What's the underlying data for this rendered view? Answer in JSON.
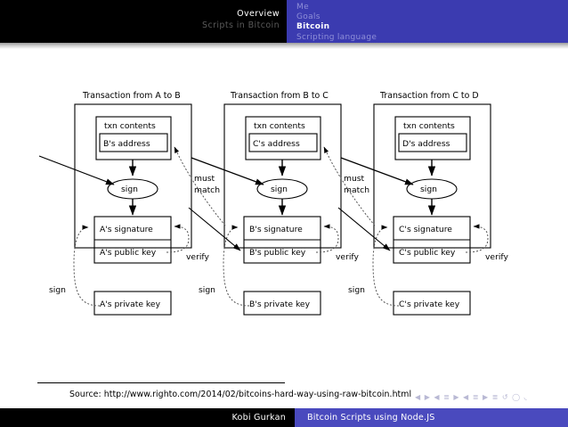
{
  "topnav": {
    "left_items": [
      {
        "label": "Overview",
        "active": true
      },
      {
        "label": "Scripts in Bitcoin",
        "active": false
      }
    ],
    "right_items": [
      {
        "label": "Me",
        "active": false
      },
      {
        "label": "Goals",
        "active": false
      },
      {
        "label": "Bitcoin",
        "active": true
      },
      {
        "label": "Scripting language",
        "active": false
      }
    ]
  },
  "diagram": {
    "type": "bitcoin-transaction-chain",
    "columns": [
      {
        "title": "Transaction from A to B",
        "txn_contents_label": "txn contents",
        "address": "B's address",
        "sign_label": "sign",
        "signature": "A's signature",
        "public_key": "A's public key",
        "private_key": "A's private key",
        "verify_label": "verify",
        "sign_side_label": "sign"
      },
      {
        "title": "Transaction from B to C",
        "txn_contents_label": "txn contents",
        "address": "C's address",
        "sign_label": "sign",
        "signature": "B's signature",
        "public_key": "B's public key",
        "private_key": "B's private key",
        "verify_label": "verify",
        "sign_side_label": "sign"
      },
      {
        "title": "Transaction from C to D",
        "txn_contents_label": "txn contents",
        "address": "D's address",
        "sign_label": "sign",
        "signature": "C's signature",
        "public_key": "C's public key",
        "private_key": "C's private key",
        "verify_label": "verify",
        "sign_side_label": "sign"
      }
    ],
    "connectors": [
      {
        "label_line1": "must",
        "label_line2": "match"
      },
      {
        "label_line1": "must",
        "label_line2": "match"
      }
    ]
  },
  "footnote": {
    "source": "Source: http://www.righto.com/2014/02/bitcoins-hard-way-using-raw-bitcoin.html"
  },
  "beamer_nav": {
    "symbols": "◀ ▶  ◀ ≣ ▶  ◀ ≣ ▶   ≣   ↺ ◯ ◟"
  },
  "footer": {
    "author": "Kobi Gurkan",
    "title": "Bitcoin Scripts using Node.JS"
  },
  "colors": {
    "black_bar": "#000000",
    "blue_bar": "#3b3bb0",
    "footer_blue": "#4a4abe",
    "active_text": "#ffffff",
    "inactive_left_text": "#5a5a5a",
    "inactive_right_text": "#8f8fd8"
  }
}
